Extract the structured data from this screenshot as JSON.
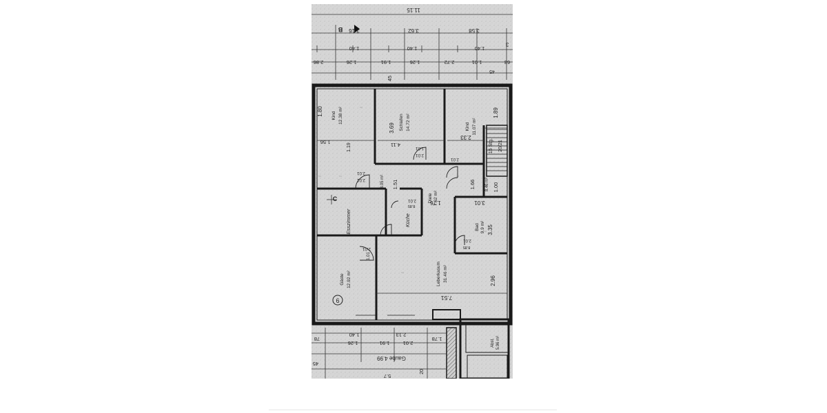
{
  "plan": {
    "dimensions": {
      "overall_top": "11.15",
      "top_row": [
        "3.16",
        "3.62",
        "3.58",
        "3"
      ],
      "top_row2": [
        "1.40",
        "1.40",
        "1.40"
      ],
      "top_row3": [
        "2.86",
        "1.26",
        "1.91",
        "1.26",
        "2.72",
        "1.01",
        "63"
      ],
      "d45": "45",
      "d45b": "45",
      "kind1_1": "1.80",
      "kind1_2": "1.56",
      "d119": "1.19",
      "schlafen_1": "3.69",
      "schlafen_2": "4.11",
      "kind2_1": "1.89",
      "kind2_2": "2.33",
      "stair_1": "15 Stg.",
      "stair_2": "20/21",
      "d151": "1.51",
      "d166": "1.66",
      "d100": "1.00",
      "d176": "1.76",
      "d301": "3.01",
      "d335": "3.35",
      "d296": "2.96",
      "d751": "7.51",
      "bottom_row": [
        "78",
        "1.26",
        "1.91",
        "2.01",
        "1.78"
      ],
      "bottom_row2": [
        "1.40",
        "2.13"
      ],
      "gaube": "Gaube 4.99",
      "d45c": "45",
      "d20": "20",
      "d57": "5.7",
      "door_labels": [
        "2.01",
        "2.01",
        "1.01",
        "2.01",
        "2.01",
        "2.01",
        "2.01",
        "2.01",
        "1.01"
      ],
      "d_tiny": [
        "8.85",
        "8.85",
        "0.88"
      ]
    },
    "rooms": {
      "kind1": {
        "name": "Kind",
        "area": "12.38 m²"
      },
      "schlafen": {
        "name": "Schlafen",
        "area": "14.72 m²"
      },
      "kind2": {
        "name": "Kind",
        "area": "11.07 m²"
      },
      "flur": {
        "name": "",
        "area": "8.05 m²"
      },
      "diele": {
        "name": "Diele",
        "area": "7.62 m²"
      },
      "wc": {
        "name": "",
        "area": "8.46 m²"
      },
      "esszimmer": {
        "name": "Esszimmer"
      },
      "kueche": {
        "name": "Küche"
      },
      "bad": {
        "name": "Bad",
        "area": "9.9 m²"
      },
      "gaeste": {
        "name": "Gäste",
        "area": "12.92 m²"
      },
      "wohnen": {
        "name": "Leberkasum",
        "area": "31.46 m²"
      },
      "abst": {
        "name": "Abst.",
        "area": "5.96 m²"
      }
    },
    "markers": {
      "section_b": "B",
      "section_c": "C",
      "circle_6": "6"
    }
  }
}
